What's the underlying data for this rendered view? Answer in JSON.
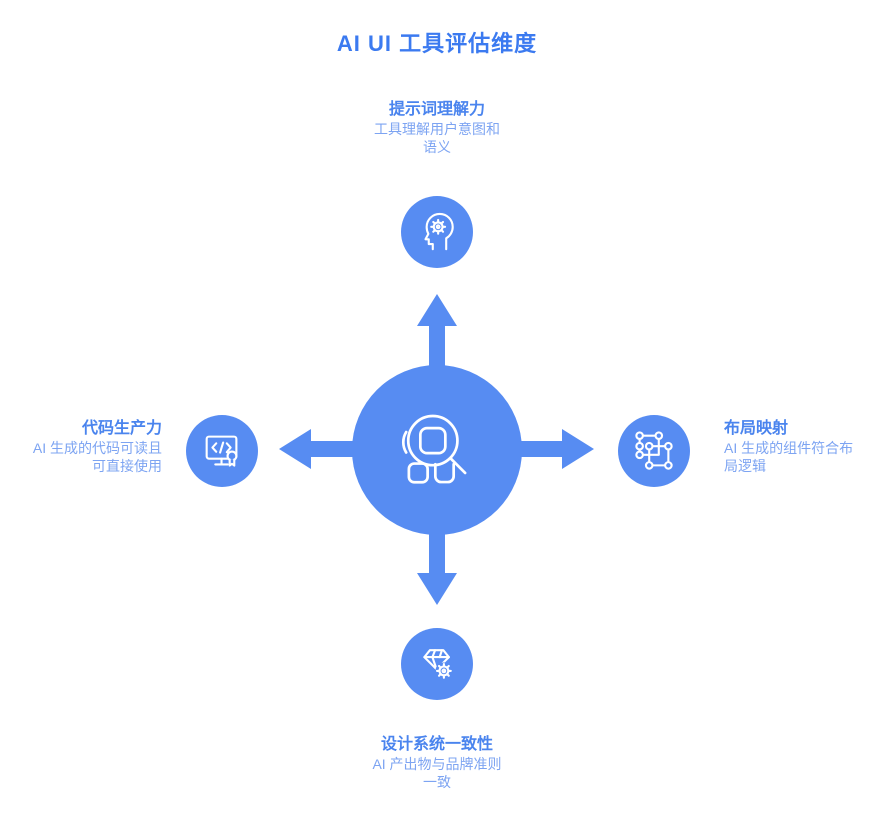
{
  "title": "AI UI 工具评估维度",
  "colors": {
    "primary_blue": "#578cf2",
    "title_text": "#3b7af0",
    "node_title_text": "#4a84ee",
    "node_desc_text": "#7da4f2"
  },
  "center": {
    "icon": "ui-inspect-magnifier-icon"
  },
  "nodes": {
    "top": {
      "title": "提示词理解力",
      "desc1": "工具理解用户意图和",
      "desc2": "语义",
      "icon": "head-gear-icon"
    },
    "left": {
      "title": "代码生产力",
      "desc1": "AI 生成的代码可读且",
      "desc2": "可直接使用",
      "icon": "code-monitor-award-icon"
    },
    "right": {
      "title": "布局映射",
      "desc1": "AI 生成的组件符合布",
      "desc2": "局逻辑",
      "icon": "layout-nodes-icon"
    },
    "bottom": {
      "title": "设计系统一致性",
      "desc1": "AI 产出物与品牌准则",
      "desc2": "一致",
      "icon": "gem-gear-icon"
    }
  }
}
